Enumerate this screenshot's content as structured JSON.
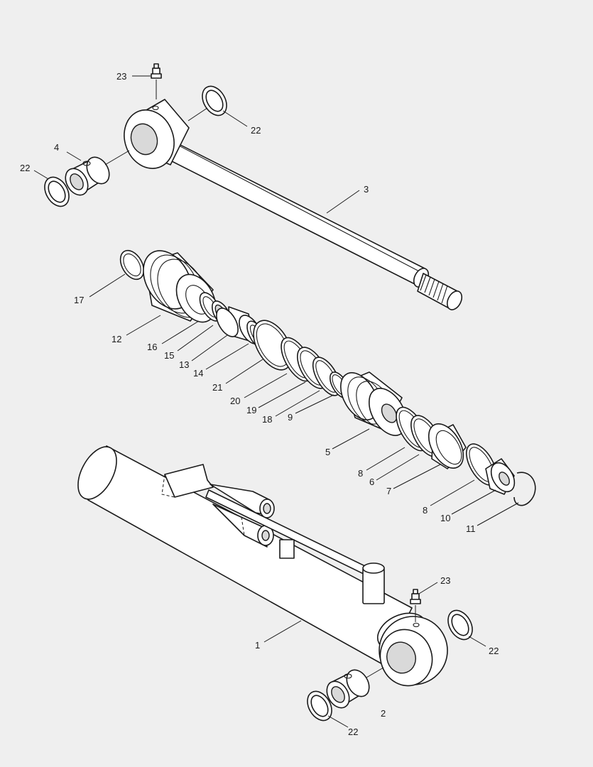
{
  "background": "#efefef",
  "callouts": [
    {
      "id": "c23a",
      "text": "23"
    },
    {
      "id": "c22a",
      "text": "22"
    },
    {
      "id": "c4",
      "text": "4"
    },
    {
      "id": "c22b",
      "text": "22"
    },
    {
      "id": "c3",
      "text": "3"
    },
    {
      "id": "c17",
      "text": "17"
    },
    {
      "id": "c12",
      "text": "12"
    },
    {
      "id": "c16",
      "text": "16"
    },
    {
      "id": "c15",
      "text": "15"
    },
    {
      "id": "c13",
      "text": "13"
    },
    {
      "id": "c14",
      "text": "14"
    },
    {
      "id": "c21",
      "text": "21"
    },
    {
      "id": "c20",
      "text": "20"
    },
    {
      "id": "c19",
      "text": "19"
    },
    {
      "id": "c18",
      "text": "18"
    },
    {
      "id": "c9",
      "text": "9"
    },
    {
      "id": "c5",
      "text": "5"
    },
    {
      "id": "c8a",
      "text": "8"
    },
    {
      "id": "c6",
      "text": "6"
    },
    {
      "id": "c7",
      "text": "7"
    },
    {
      "id": "c8b",
      "text": "8"
    },
    {
      "id": "c10",
      "text": "10"
    },
    {
      "id": "c11",
      "text": "11"
    },
    {
      "id": "c23b",
      "text": "23"
    },
    {
      "id": "c22c",
      "text": "22"
    },
    {
      "id": "c1",
      "text": "1"
    },
    {
      "id": "c2",
      "text": "2"
    },
    {
      "id": "c22d",
      "text": "22"
    }
  ]
}
